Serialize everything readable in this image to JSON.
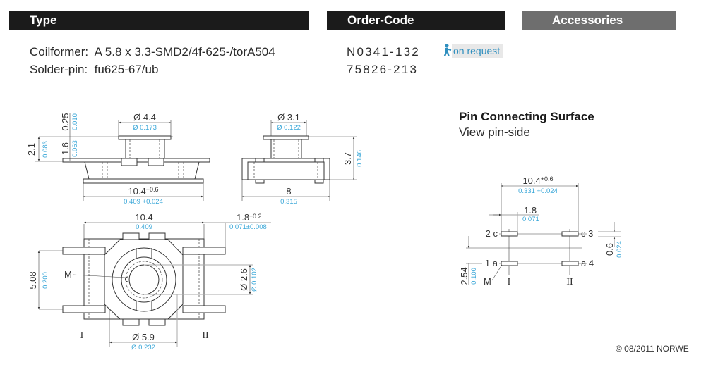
{
  "header": {
    "type_label": "Type",
    "order_code_label": "Order-Code",
    "accessories_label": "Accessories"
  },
  "type_rows": [
    {
      "label": "Coilformer:",
      "value": "A 5.8 x 3.3-SMD2/4f-625-/torA504"
    },
    {
      "label": "Solder-pin:",
      "value": "fu625-67/ub"
    }
  ],
  "order_codes": [
    "N0341-132",
    "75826-213"
  ],
  "availability": {
    "icon": "walking-person-icon",
    "text": "on request",
    "color": "#2f8fbf"
  },
  "pin_section": {
    "title": "Pin Connecting Surface",
    "subtitle": "View pin-side"
  },
  "drawings": {
    "side_view": {
      "top_dia_mm": "Ø 4.4",
      "top_dia_in": "Ø 0.173",
      "flange_mm": "0.25",
      "flange_in": "0.010",
      "height_mm": "2.1",
      "height_in": "0.083",
      "body_mm": "1.6",
      "body_in": "0.063",
      "width_mm": "10.4",
      "width_tol": "+0.6",
      "width_in": "0.409 +0.024"
    },
    "front_view": {
      "top_dia_mm": "Ø 3.1",
      "top_dia_in": "Ø 0.122",
      "height_mm": "3.7",
      "height_in": "0.146",
      "width_mm": "8",
      "width_in": "0.315"
    },
    "top_view": {
      "width_mm": "10.4",
      "width_in": "0.409",
      "pin_mm": "1.8",
      "pin_tol": "±0.2",
      "pin_in": "0.071±0.008",
      "pitch_mm": "5.08",
      "pitch_in": "0.200",
      "inner_dia_mm": "Ø 2.6",
      "inner_dia_in": "Ø 0.102",
      "outer_dia_mm": "Ø 5.9",
      "outer_dia_in": "Ø 0.232",
      "marker": "M",
      "side_1": "I",
      "side_2": "II"
    },
    "pin_view": {
      "width_mm": "10.4",
      "width_tol": "+0.6",
      "width_in": "0.331 +0.024",
      "pin_mm": "1.8",
      "pin_in": "0.071",
      "thick_mm": "0.6",
      "thick_in": "0.024",
      "pitch_mm": "2.54",
      "pitch_in": "0.100",
      "pin_labels": {
        "p2": "2 c",
        "p3": "c 3",
        "p1": "1 a",
        "p4": "a 4"
      },
      "marker": "M",
      "side_1": "I",
      "side_2": "II"
    }
  },
  "copyright": "© 08/2011 NORWE",
  "colors": {
    "header_dark": "#1b1b1b",
    "header_gray": "#6e6e6e",
    "inch_blue": "#3aa7d8"
  }
}
